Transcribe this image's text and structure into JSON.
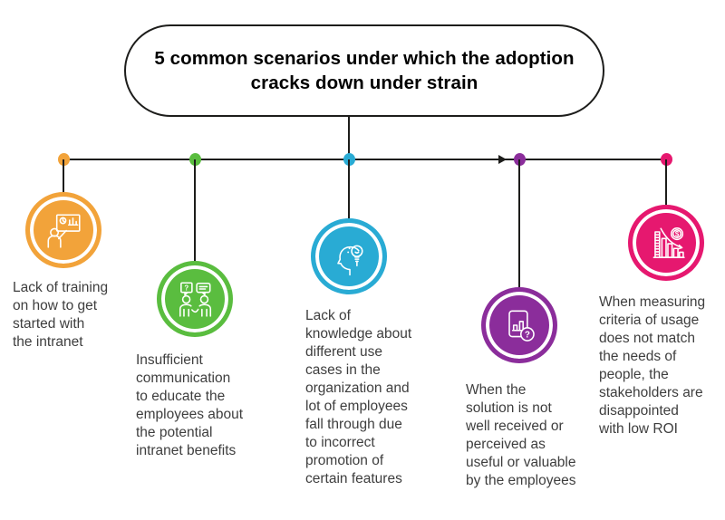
{
  "title": "5 common scenarios under which the adoption\ncracks down under strain",
  "line_color": "#1d1d1b",
  "text_color": "#3e3e3e",
  "background_color": "#ffffff",
  "branches": [
    {
      "id": "training",
      "color": "#F2A33A",
      "icon": "trainer-presentation-icon",
      "text": "Lack of training\non how to get\nstarted with\nthe intranet"
    },
    {
      "id": "communication",
      "color": "#5ABD3F",
      "icon": "people-conversation-icon",
      "text": "Insufficient\ncommunication\nto educate the\nemployees about\nthe potential\nintranet benefits"
    },
    {
      "id": "knowledge",
      "color": "#29ABD4",
      "icon": "head-lightbulb-icon",
      "text": "Lack of\nknowledge about\ndifferent use\ncases in the\norganization and\nlot of employees\nfall through due\nto incorrect\npromotion of\ncertain features"
    },
    {
      "id": "reception",
      "color": "#8B2D9B",
      "icon": "report-question-icon",
      "text": "When the\nsolution is not\nwell received or\nperceived as\nuseful or valuable\nby the employees"
    },
    {
      "id": "roi",
      "color": "#E6186F",
      "icon": "declining-chart-dollar-icon",
      "text": "When measuring\ncriteria of usage\ndoes not match\nthe needs of\npeople, the\nstakeholders are\ndisappointed\nwith low ROI"
    }
  ]
}
